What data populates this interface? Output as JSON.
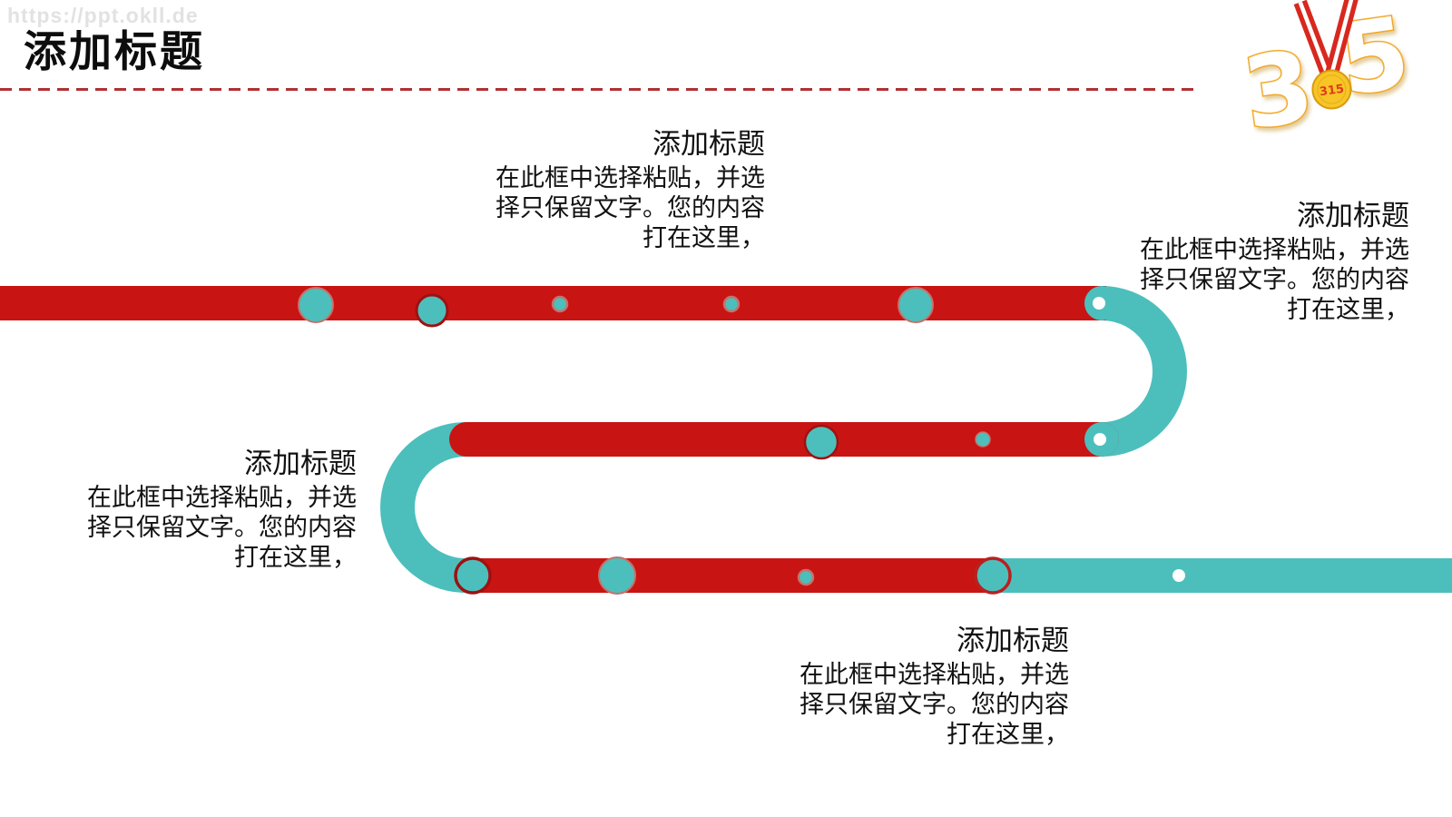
{
  "slide": {
    "watermark": "https://ppt.okll.de",
    "title": "添加标题"
  },
  "blocks": [
    {
      "heading": "添加标题",
      "lines": [
        "在此框中选择粘贴，并选",
        "择只保留文字。您的内容",
        "打在这里，"
      ]
    },
    {
      "heading": "添加标题",
      "lines": [
        "在此框中选择粘贴，并选",
        "择只保留文字。您的内容",
        "打在这里，"
      ]
    },
    {
      "heading": "添加标题",
      "lines": [
        "在此框中选择粘贴，并选",
        "择只保留文字。您的内容",
        "打在这里，"
      ]
    },
    {
      "heading": "添加标题",
      "lines": [
        "在此框中选择粘贴，并选",
        "择只保留文字。您的内容",
        "打在这里，"
      ]
    }
  ],
  "logo": {
    "digit_left": "3",
    "digit_right": "5",
    "medal_label": "315"
  },
  "colors": {
    "bar_red": "#c91414",
    "path_teal": "#4cbfbc",
    "ring_dark_red": "#9e1111",
    "ring_soft_red": "#c4736a",
    "divider_red": "#b03034",
    "junction_dot_white": "#ffffff"
  }
}
